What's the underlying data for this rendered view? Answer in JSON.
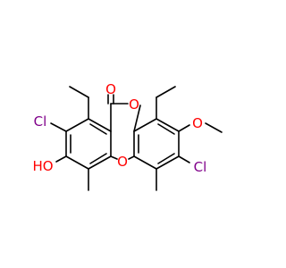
{
  "atom_labels": {
    "carbonyl_o": "O",
    "ring_o_top": "O",
    "ring_o_bottom": "O",
    "methoxy_o": "O",
    "cl_left": "Cl",
    "cl_right": "Cl",
    "hydroxyl": "HO"
  },
  "colors": {
    "oxygen": "#ff0000",
    "chlorine": "#80008a",
    "bond": "#000000",
    "background": "#ffffff"
  }
}
